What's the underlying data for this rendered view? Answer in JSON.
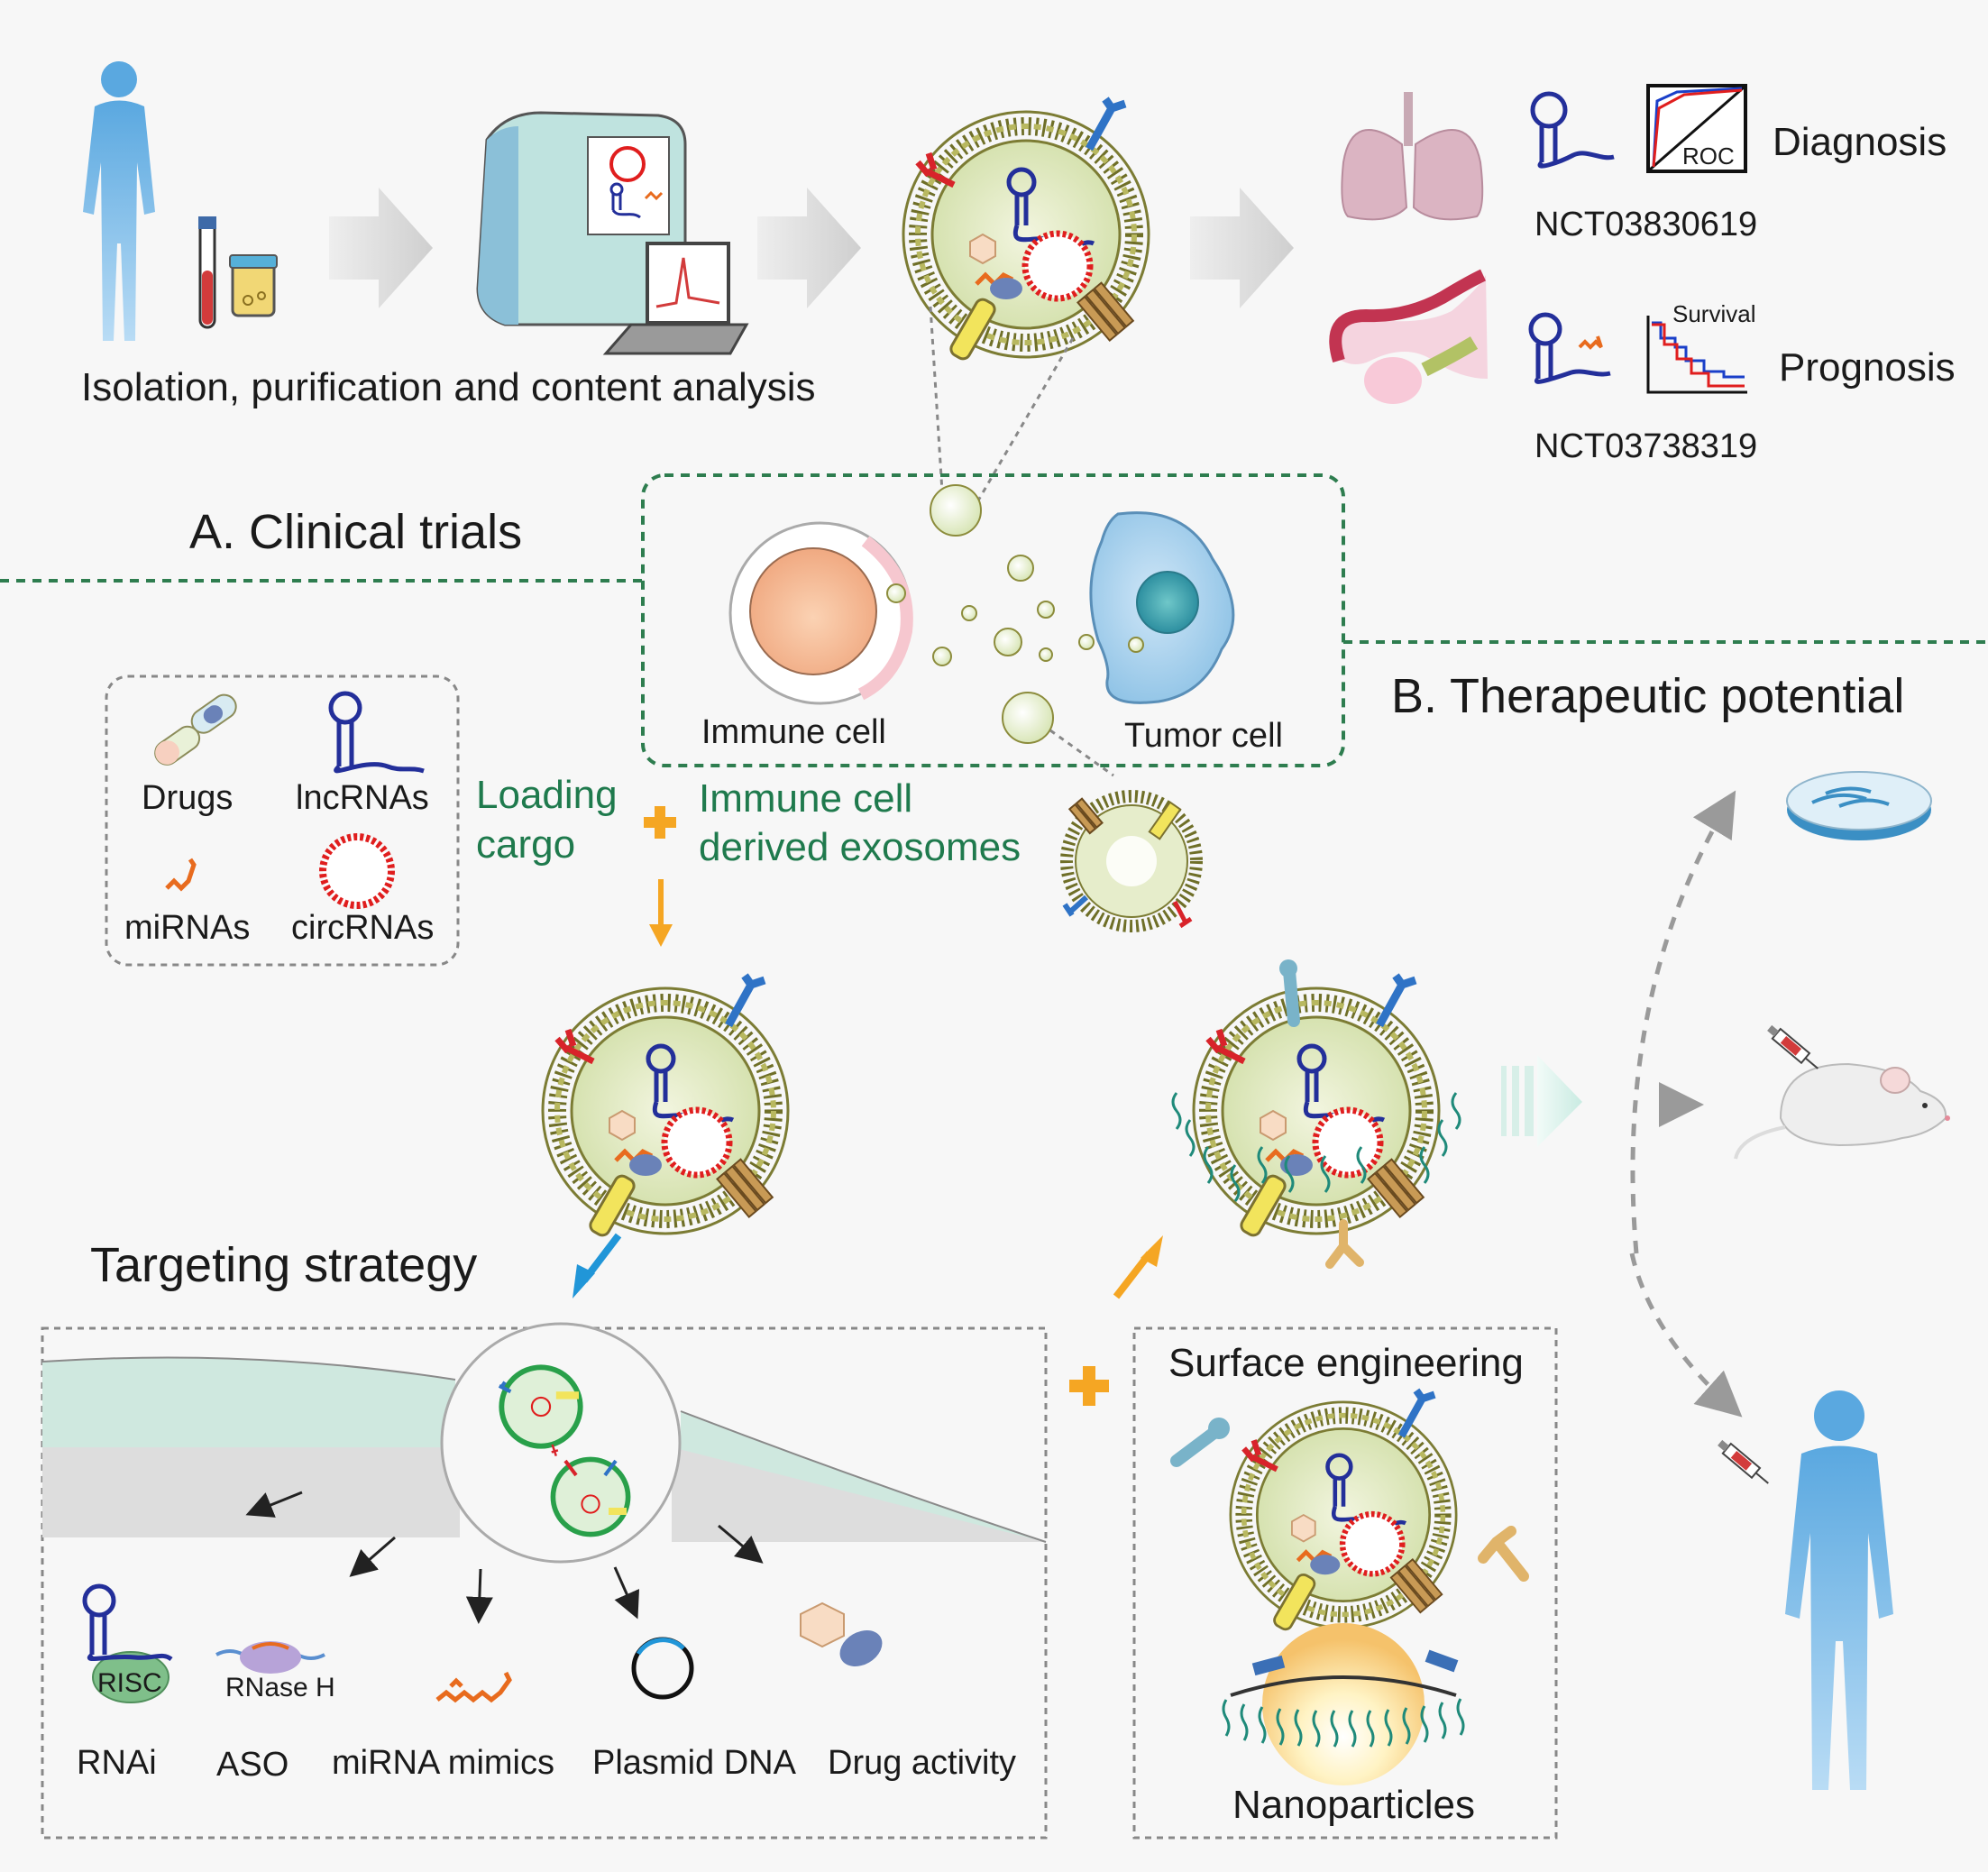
{
  "section_a": {
    "title": "A. Clinical trials",
    "isolation_caption": "Isolation, purification and content analysis",
    "diagnosis": {
      "label": "Diagnosis",
      "trial_id": "NCT03830619",
      "roc_label": "ROC"
    },
    "prognosis": {
      "label": "Prognosis",
      "trial_id": "NCT03738319",
      "survival_label": "Survival"
    }
  },
  "exosome_source": {
    "immune_cell": "Immune cell",
    "tumor_cell": "Tumor cell",
    "derived_line1": "Immune cell",
    "derived_line2": "derived exosomes"
  },
  "cargo": {
    "drugs": "Drugs",
    "lncrnas": "lncRNAs",
    "mirnas": "miRNAs",
    "circrnas": "circRNAs",
    "loading_line1": "Loading",
    "loading_line2": "cargo"
  },
  "section_b": {
    "title": "B. Therapeutic potential"
  },
  "targeting": {
    "title": "Targeting strategy",
    "risc": "RISC",
    "rnase_h": "RNase H",
    "mechanisms": [
      "RNAi",
      "ASO",
      "miRNA mimics",
      "Plasmid DNA",
      "Drug activity"
    ]
  },
  "engineering": {
    "surface": "Surface engineering",
    "nanoparticles": "Nanoparticles"
  },
  "colors": {
    "green_text": "#1f7a4d",
    "dashed_divider": "#2e7d4f",
    "plus_orange": "#f5a623",
    "arrow_blue": "#2196d8",
    "membrane": "#8c8c3c",
    "lumen": "#dfe8c0"
  }
}
